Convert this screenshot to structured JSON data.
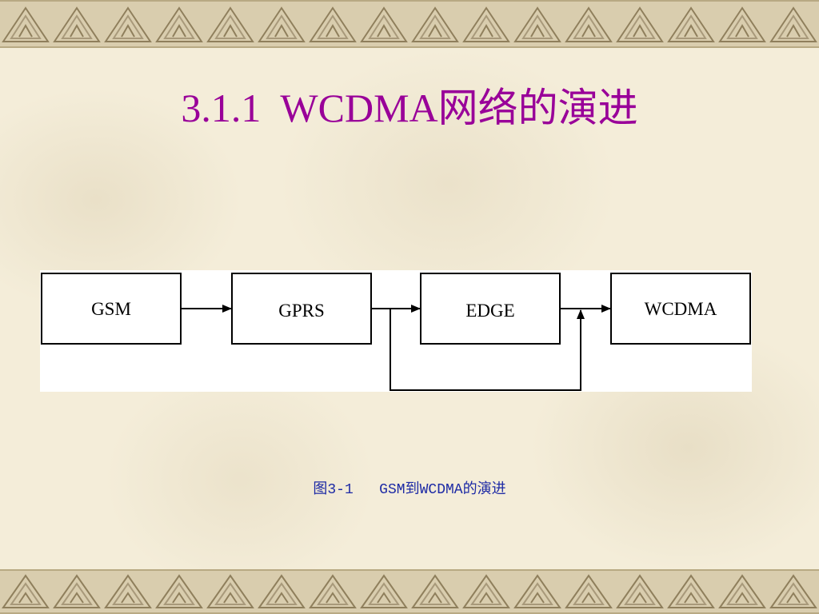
{
  "slide": {
    "title": "3.1.1  WCDMA网络的演进",
    "caption": "图3-1   GSM到WCDMA的演进"
  },
  "diagram": {
    "nodes": [
      {
        "id": "gsm",
        "label": "GSM"
      },
      {
        "id": "gprs",
        "label": "GPRS"
      },
      {
        "id": "edge",
        "label": "EDGE"
      },
      {
        "id": "wcdma",
        "label": "WCDMA"
      }
    ],
    "edges": [
      {
        "from": "gsm",
        "to": "gprs"
      },
      {
        "from": "gprs",
        "to": "edge"
      },
      {
        "from": "edge",
        "to": "wcdma"
      },
      {
        "from": "gprs",
        "to": "wcdma",
        "route": "bypass-below"
      }
    ]
  },
  "colors": {
    "title": "#990099",
    "caption": "#1d2aa5",
    "background": "#f4edd9",
    "border": "#d9cdae"
  }
}
